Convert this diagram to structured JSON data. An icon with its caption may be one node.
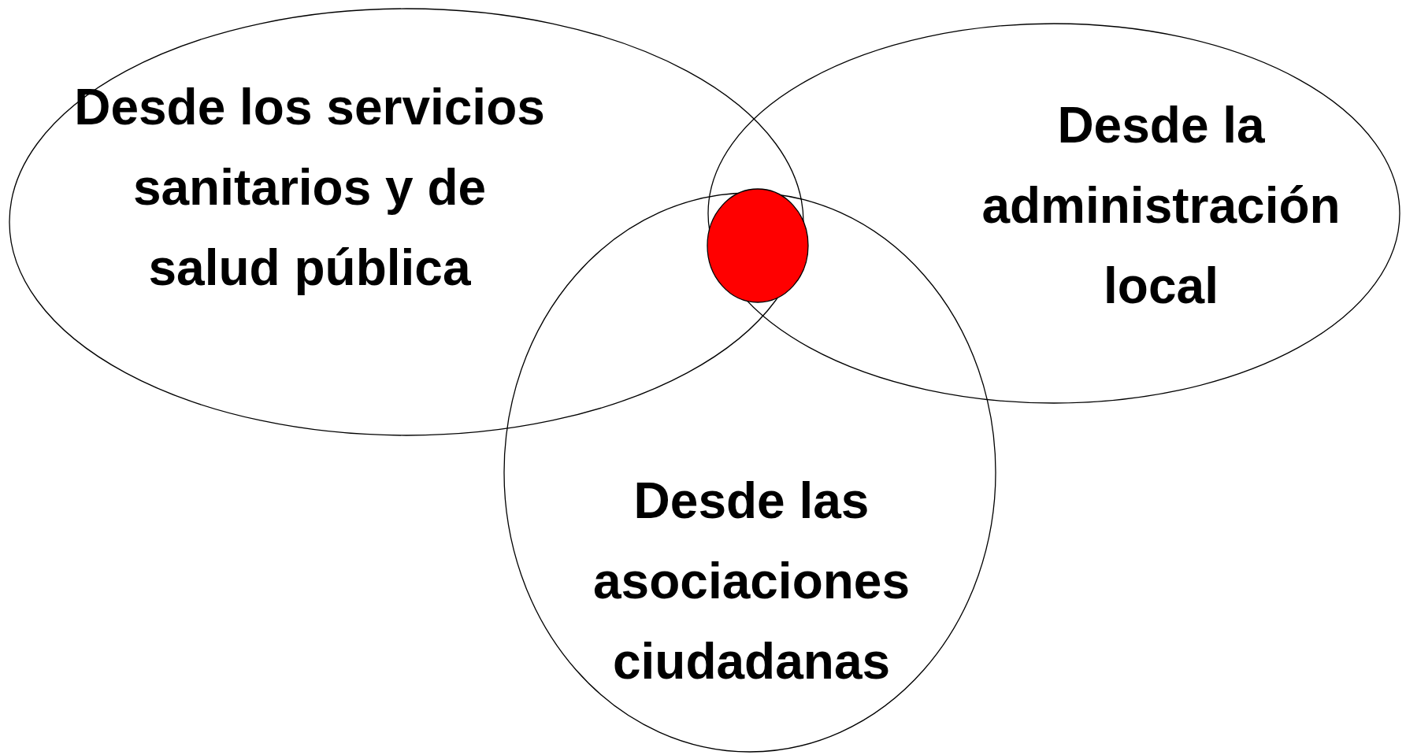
{
  "diagram": {
    "nodes": [
      {
        "text": [
          "Desde los servicios sanitarios y de salud pública"
        ]
      },
      {
        "text": [
          "Desde la administración local"
        ]
      },
      {
        "text": [
          "Desde las asociaciones ciudadanas"
        ]
      },
      {
        "text": [],
        "shape": "circle"
      }
    ]
  }
}
